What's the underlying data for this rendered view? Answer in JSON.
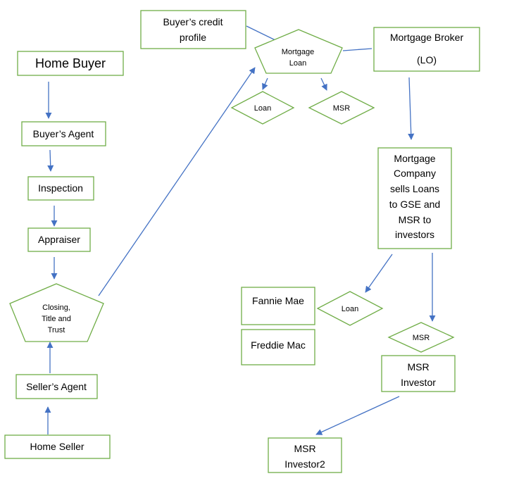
{
  "nodes": {
    "home_buyer": "Home Buyer",
    "buyers_agent": "Buyer’s Agent",
    "inspection": "Inspection",
    "appraiser": "Appraiser",
    "closing": [
      "Closing,",
      "Title and",
      "Trust"
    ],
    "sellers_agent": "Seller’s Agent",
    "home_seller": "Home Seller",
    "credit_profile": [
      "Buyer’s credit",
      "profile"
    ],
    "mortgage_loan": [
      "Mortgage",
      "Loan"
    ],
    "mortgage_broker": [
      "Mortgage Broker",
      "(LO)"
    ],
    "loan_top": "Loan",
    "msr_top": "MSR",
    "mortgage_company": [
      "Mortgage",
      "Company",
      "sells Loans",
      "to GSE and",
      "MSR to",
      "investors"
    ],
    "fannie_mae": "Fannie Mae",
    "freddie_mac": "Freddie Mac",
    "loan_mid": "Loan",
    "msr_mid": "MSR",
    "msr_investor": [
      "MSR",
      "Investor"
    ],
    "msr_investor2": [
      "MSR",
      "Investor2"
    ]
  }
}
